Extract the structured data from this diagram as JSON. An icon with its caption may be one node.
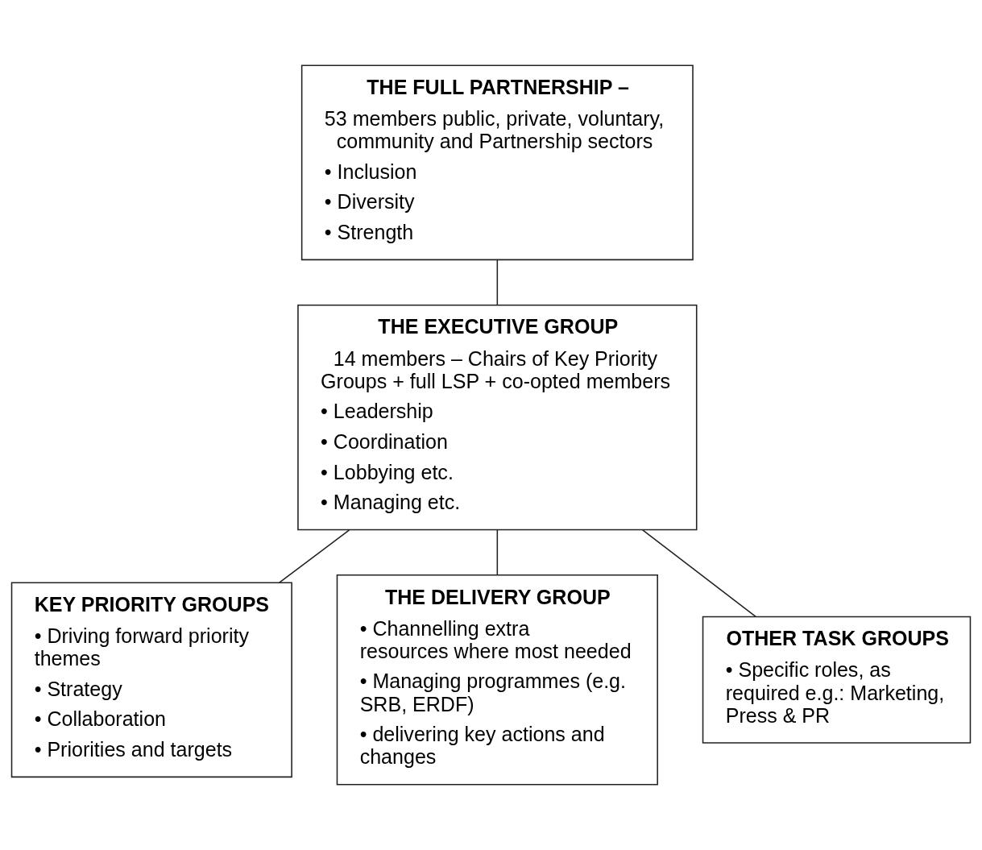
{
  "diagram": {
    "nodes": [
      {
        "text": [
          "THE FULL PARTNERSHIP –",
          "53 members public, private, voluntary, community and Partnership sectors",
          "• Inclusion",
          "• Diversity",
          "• Strength"
        ]
      },
      {
        "text": [
          "THE EXECUTIVE GROUP",
          "14 members – Chairs of Key Priority Groups + full LSP + co-opted members",
          "• Leadership",
          "• Coordination",
          "• Lobbying etc.",
          "• Managing etc."
        ]
      },
      {
        "text": [
          "KEY PRIORITY GROUPS",
          "• Driving forward priority themes",
          "• Strategy",
          "• Collaboration",
          "• Priorities and targets"
        ]
      },
      {
        "text": [
          "THE DELIVERY GROUP",
          "• Channelling extra resources where most needed",
          "• Managing programmes (e.g. SRB, ERDF)",
          "• delivering key actions and changes"
        ]
      },
      {
        "text": [
          "OTHER TASK GROUPS",
          "• Specific roles, as required e.g.: Marketing, Press & PR"
        ]
      }
    ],
    "edges": [
      {
        "from": 0,
        "to": 1,
        "arrow": "none"
      },
      {
        "from": 1,
        "to": 2,
        "arrow": "none"
      },
      {
        "from": 1,
        "to": 3,
        "arrow": "none"
      },
      {
        "from": 1,
        "to": 4,
        "arrow": "none"
      }
    ]
  }
}
